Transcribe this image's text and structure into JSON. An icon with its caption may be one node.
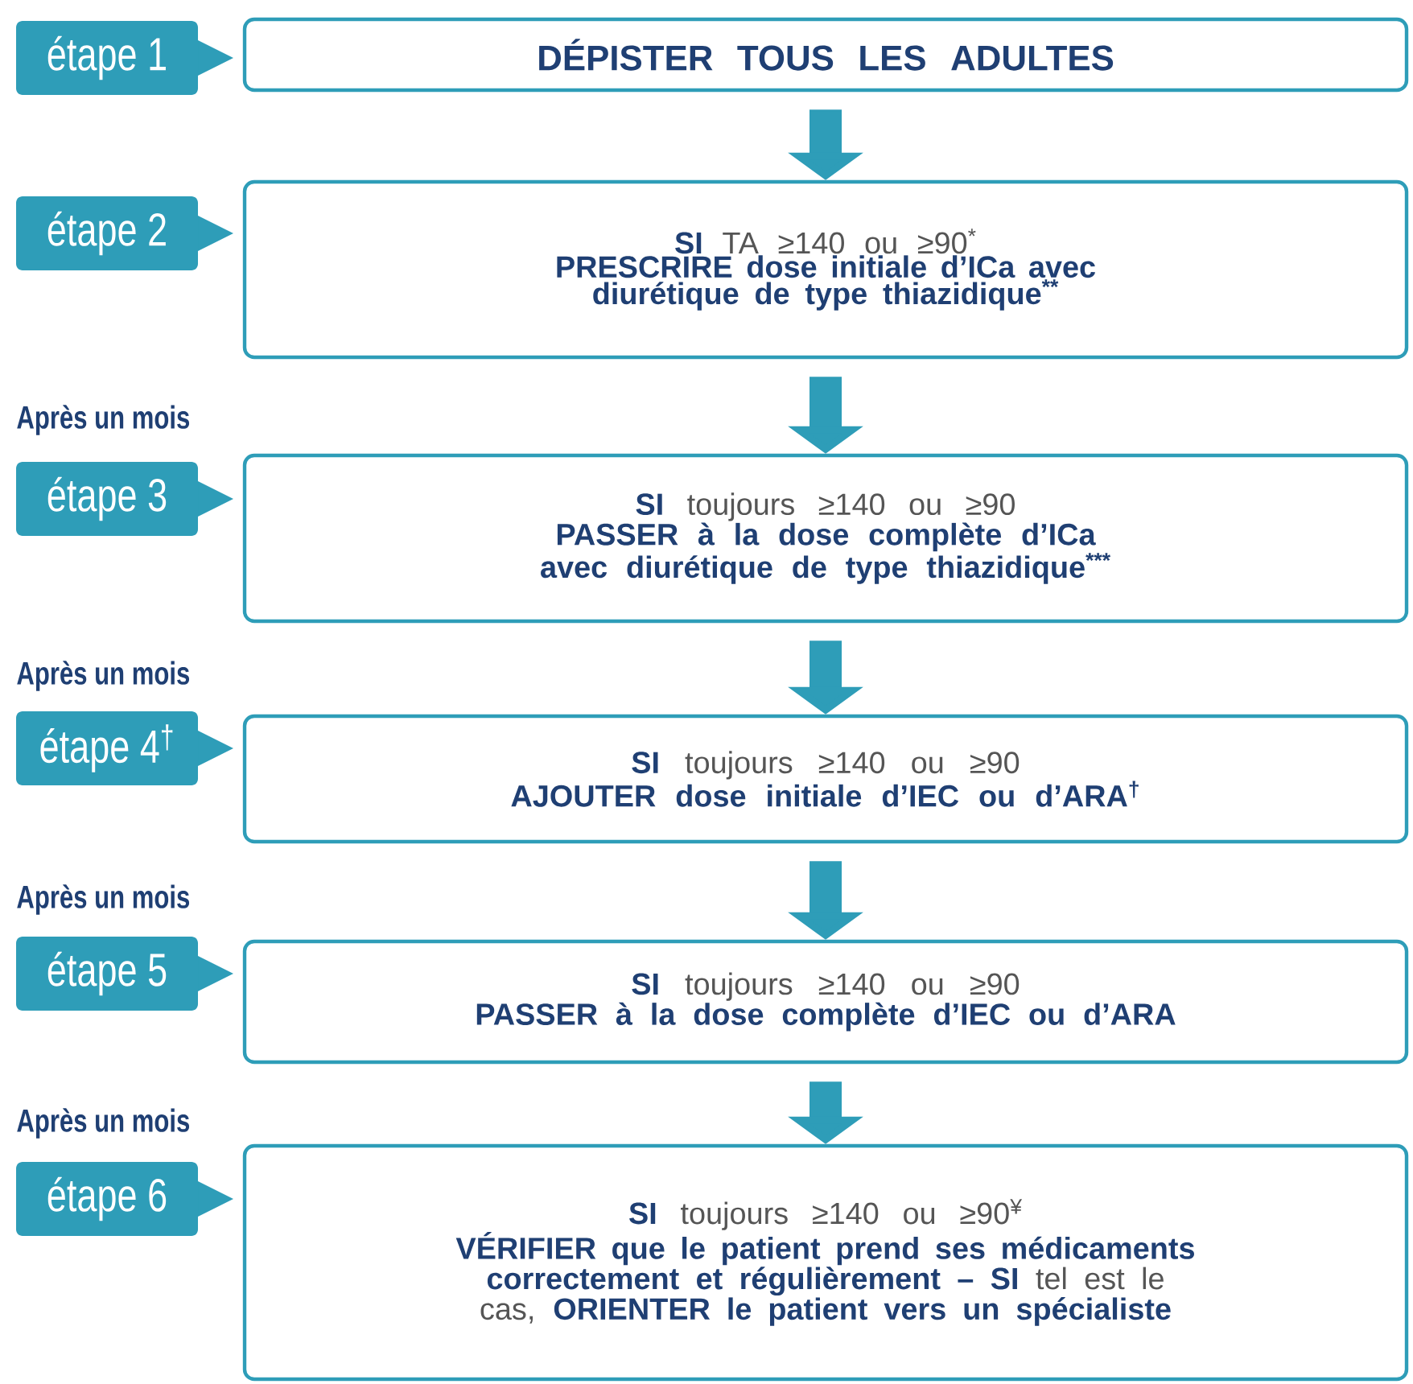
{
  "diagram": {
    "nodes": [
      {
        "text": [
          "étape 1"
        ]
      },
      {
        "text": [
          "DÉPISTER TOUS LES ADULTES"
        ]
      },
      {
        "text": [
          "étape 2"
        ]
      },
      {
        "text": [
          "**SI** TA ≥140 ou ≥90$^{*}$",
          "PRESCRIRE dose initiale d’ICa avec diurétique de type thiazidique$^{**}$"
        ]
      },
      {
        "text": [
          "étape 3"
        ]
      },
      {
        "text": [
          "**SI** toujours ≥140 ou ≥90",
          "PASSER à la dose complète d’ICa avec diurétique de type thiazidique$^{***}$"
        ]
      },
      {
        "text": [
          "étape 4$^{†}$"
        ]
      },
      {
        "text": [
          "**SI** toujours ≥140 ou ≥90",
          "AJOUTER dose initiale d’IEC ou d’ARA$^{†}$"
        ]
      },
      {
        "text": [
          "étape 5"
        ]
      },
      {
        "text": [
          "**SI** toujours ≥140 ou ≥90",
          "PASSER à la dose complète d’IEC ou d’ARA"
        ]
      },
      {
        "text": [
          "étape 6"
        ]
      },
      {
        "text": [
          "**SI** toujours ≥140 ou ≥90$^{¥}$",
          "**VÉRIFIER que le patient prend ses médicaments correctement et régulièrement – SI** tel est le cas, **ORIENTER le patient vers un spécialiste**"
        ]
      }
    ],
    "edges": [
      {
        "from": 1,
        "to": 3,
        "arrow": "to"
      },
      {
        "from": 3,
        "to": 5,
        "arrow": "to"
      },
      {
        "from": 5,
        "to": 7,
        "arrow": "to"
      },
      {
        "from": 7,
        "to": 9,
        "arrow": "to"
      },
      {
        "from": 9,
        "to": 11,
        "arrow": "to"
      }
    ],
    "labels": [
      "Après un mois",
      "Après un mois",
      "Après un mois",
      "Après un mois"
    ]
  }
}
